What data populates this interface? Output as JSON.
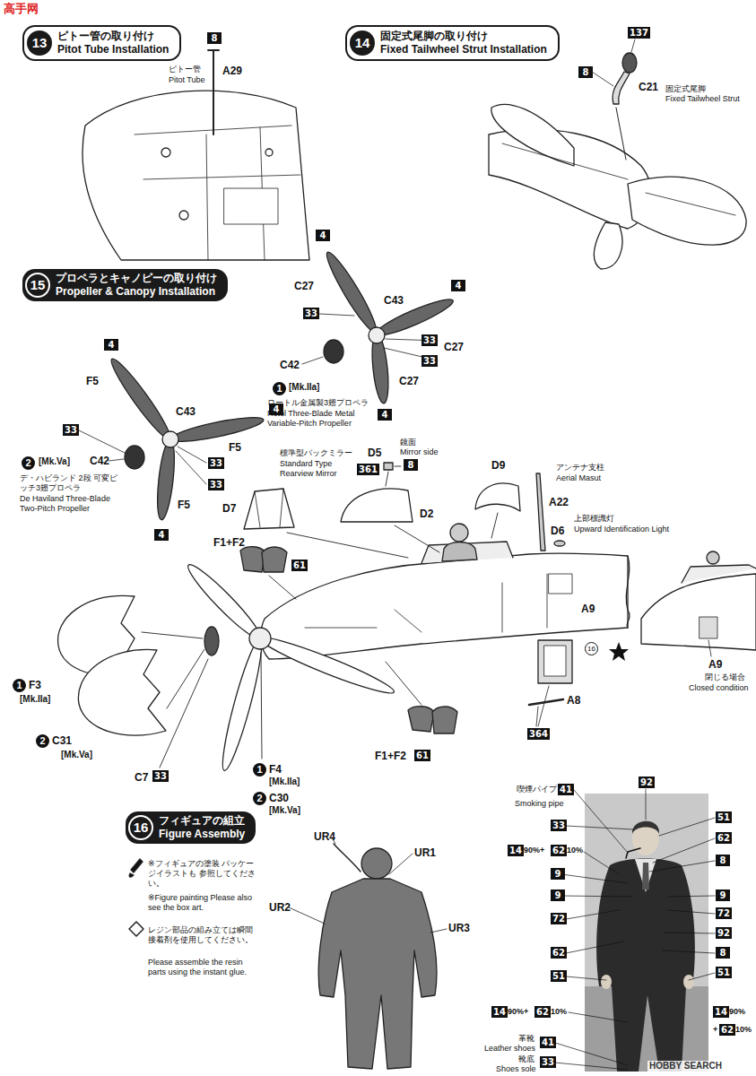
{
  "diagram": {
    "nodes": [
      {
        "text": [
          "13",
          "ピトー管の取り付け",
          "Pitot Tube Installation"
        ]
      },
      {
        "text": [
          "8"
        ]
      },
      {
        "text": [
          "14",
          "固定式尾脚の取り付け",
          "Fixed Tailwheel Strut Installation"
        ]
      },
      {
        "text": [
          "137"
        ]
      },
      {
        "text": [
          "8"
        ]
      },
      {
        "text": [
          "15",
          "プロペラとキャノピーの取り付け",
          "Propeller & Canopy Installation"
        ]
      },
      {
        "text": [
          "4"
        ]
      },
      {
        "text": [
          "4"
        ]
      },
      {
        "text": [
          "33"
        ]
      },
      {
        "text": [
          "33"
        ]
      },
      {
        "text": [
          "33"
        ]
      },
      {
        "text": [
          "1"
        ]
      },
      {
        "text": [
          "4"
        ]
      },
      {
        "text": [
          "4"
        ]
      },
      {
        "text": [
          "4"
        ]
      },
      {
        "text": [
          "33"
        ]
      },
      {
        "text": [
          "33"
        ]
      },
      {
        "text": [
          "33"
        ]
      },
      {
        "text": [
          "2"
        ]
      },
      {
        "text": [
          "4"
        ]
      },
      {
        "text": [
          "361"
        ]
      },
      {
        "text": [
          "8"
        ]
      },
      {
        "text": [
          "61"
        ]
      },
      {
        "text": [
          "1"
        ]
      },
      {
        "text": [
          "16"
        ]
      },
      {
        "text": [
          "2"
        ]
      },
      {
        "text": [
          "33"
        ]
      },
      {
        "text": [
          "1"
        ]
      },
      {
        "text": [
          "61"
        ]
      },
      {
        "text": [
          "2"
        ]
      },
      {
        "text": [
          "364"
        ]
      },
      {
        "text": [
          "16",
          "フィギュアの組立",
          "Figure Assembly"
        ]
      },
      {
        "text": [
          "41"
        ]
      },
      {
        "text": [
          "92"
        ]
      },
      {
        "text": [
          "51"
        ]
      },
      {
        "text": [
          "33"
        ]
      },
      {
        "text": [
          "62"
        ]
      },
      {
        "text": [
          "14"
        ]
      },
      {
        "text": [
          "62"
        ]
      },
      {
        "text": [
          "8"
        ]
      },
      {
        "text": [
          "9"
        ]
      },
      {
        "text": [
          "9"
        ]
      },
      {
        "text": [
          "9"
        ]
      },
      {
        "text": [
          "72"
        ]
      },
      {
        "text": [
          "72"
        ]
      },
      {
        "text": [
          "92"
        ]
      },
      {
        "text": [
          "62"
        ]
      },
      {
        "text": [
          "8"
        ]
      },
      {
        "text": [
          "51"
        ]
      },
      {
        "text": [
          "51"
        ]
      },
      {
        "text": [
          "14"
        ]
      },
      {
        "text": [
          "62"
        ]
      },
      {
        "text": [
          "14"
        ]
      },
      {
        "text": [
          "62"
        ]
      },
      {
        "text": [
          "41"
        ]
      },
      {
        "text": [
          "33"
        ]
      }
    ],
    "labels": [
      "高手网",
      "ピトー管",
      "Pitot Tube",
      "A29",
      "C21",
      "固定式尾脚",
      "Fixed Tailwheel Strut",
      "C27",
      "C43",
      "C27",
      "C27",
      "C42",
      "[Mk.IIa]",
      "ロートル金属製3翅プロペラ",
      "Rotol Three-Blade Metal Variable-Pitch Propeller",
      "F5",
      "C43",
      "F5",
      "C42",
      "[Mk.Va]",
      "デ・ハビランド 2段 可変ピッチ3翅プロペラ",
      "De Haviland Three-Blade Two-Pitch Propeller",
      "F5",
      "標準型バックミラー",
      "Standard Type Rearview Mirror",
      "D5",
      "鏡面",
      "Mirror side",
      "D9",
      "アンテナ支柱",
      "Aerial Masut",
      "A22",
      "D7",
      "D2",
      "上部標識灯",
      "Upward Identification Light",
      "D6",
      "F1+F2",
      "A9",
      "A9",
      "閉じる場合",
      "Closed condition",
      "A8",
      "F3",
      "[Mk.IIa]",
      "C31",
      "[Mk.Va]",
      "C7",
      "F4",
      "[Mk.IIa]",
      "C30",
      "[Mk.Va]",
      "F1+F2",
      "※フィギュアの塗装 パッケージイラストも 参照してください。",
      "※Figure painting Please also see the box art.",
      "レジン部品の組み立ては瞬間接着剤を使用してください。",
      "Please assemble the resin parts using the instant glue.",
      "UR4",
      "UR1",
      "UR2",
      "UR3",
      "喫煙パイプ",
      "Smoking pipe",
      "90%+",
      "10%",
      "90%+",
      "10%",
      "90%",
      "+",
      "10%",
      "革靴",
      "Leather shoes",
      "靴底",
      "Shoes sole",
      "HOBBY SEARCH"
    ]
  }
}
